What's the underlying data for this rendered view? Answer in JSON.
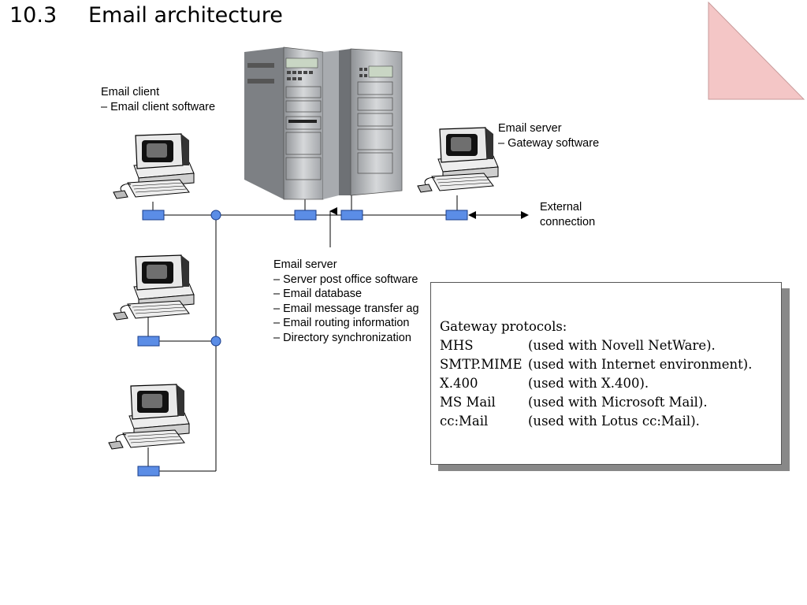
{
  "slide": {
    "number": "10.3",
    "title": "Email architecture"
  },
  "labels": {
    "client": [
      "Email client",
      "– Email client software"
    ],
    "gateway": [
      "Email server",
      "– Gateway software"
    ],
    "external": [
      "External",
      "connection"
    ],
    "server": [
      "Email server",
      "– Server post office software",
      "– Email database",
      "– Email message transfer ag",
      "– Email routing information",
      "– Directory synchronization"
    ]
  },
  "gateway_box": {
    "heading": "Gateway protocols:",
    "rows": [
      {
        "protocol": "MHS",
        "use": "(used with Novell NetWare)."
      },
      {
        "protocol": "SMTP.MIME",
        "use": "(used with Internet environment)."
      },
      {
        "protocol": "X.400",
        "use": "(used with X.400)."
      },
      {
        "protocol": "MS Mail",
        "use": "(used with Microsoft Mail)."
      },
      {
        "protocol": "cc:Mail",
        "use": "(used with Lotus cc:Mail)."
      }
    ]
  },
  "colors": {
    "node": "#5b8de6",
    "corner": "#f4c6c6",
    "shadow": "#888888"
  }
}
